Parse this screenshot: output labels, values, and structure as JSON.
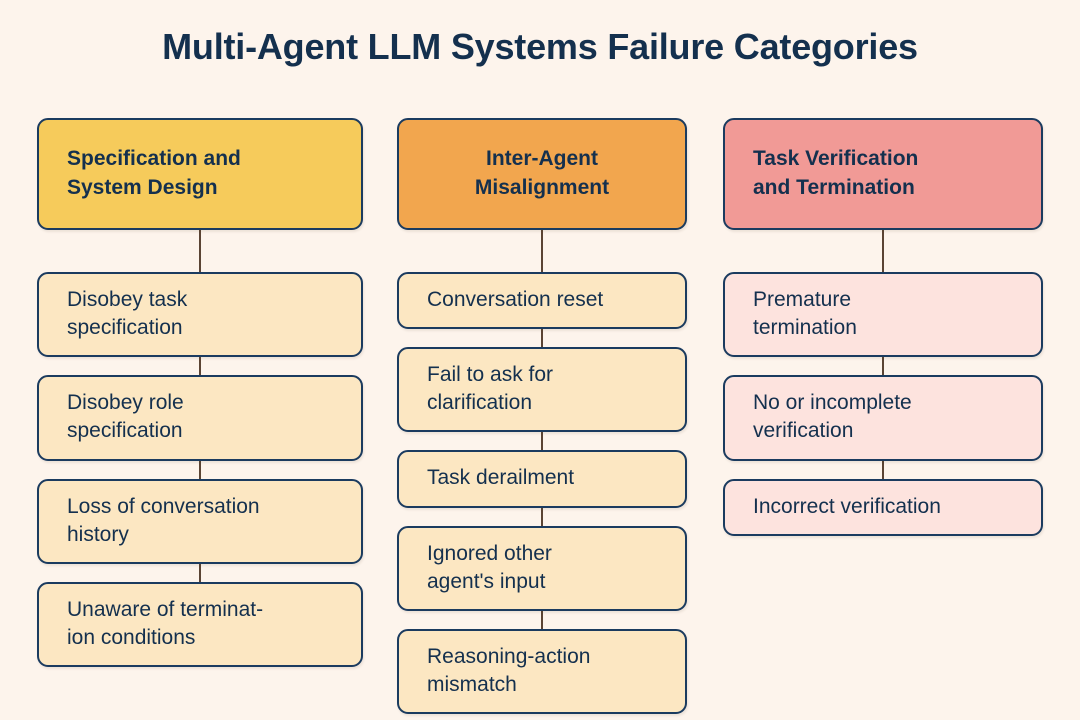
{
  "title": "Multi-Agent LLM Systems Failure Categories",
  "colors": {
    "background": "#fdf4ec",
    "text": "#14304e",
    "border": "#1b3b5f",
    "connector": "#5b4434",
    "header_yellow": "#f6cb5b",
    "header_orange": "#f2a64e",
    "header_salmon": "#f19a96",
    "leaf_cream": "#fce7c2",
    "leaf_pink": "#fde3de"
  },
  "columns": [
    {
      "header": {
        "line1": "Specification and",
        "line2": "System Design",
        "align": "left",
        "fill": "#f6cb5b"
      },
      "items": [
        {
          "line1": "Disobey task",
          "line2": "specification"
        },
        {
          "line1": "Disobey role",
          "line2": "specification"
        },
        {
          "line1": "Loss of conversation",
          "line2": "history"
        },
        {
          "line1": "Unaware of terminat-",
          "line2": "ion conditions"
        }
      ]
    },
    {
      "header": {
        "line1": "Inter-Agent",
        "line2": "Misalignment",
        "align": "center",
        "fill": "#f2a64e"
      },
      "items": [
        {
          "line1": "Conversation reset",
          "line2": ""
        },
        {
          "line1": "Fail to ask for",
          "line2": "clarification"
        },
        {
          "line1": "Task derailment",
          "line2": ""
        },
        {
          "line1": "Ignored other",
          "line2": "agent's input"
        },
        {
          "line1": "Reasoning-action",
          "line2": "mismatch"
        }
      ]
    },
    {
      "header": {
        "line1": "Task Verification",
        "line2": "and Termination",
        "align": "left",
        "fill": "#f19a96"
      },
      "items": [
        {
          "line1": "Premature",
          "line2": "termination"
        },
        {
          "line1": "No or incomplete",
          "line2": "verification"
        },
        {
          "line1": "Incorrect verification",
          "line2": ""
        }
      ]
    }
  ]
}
